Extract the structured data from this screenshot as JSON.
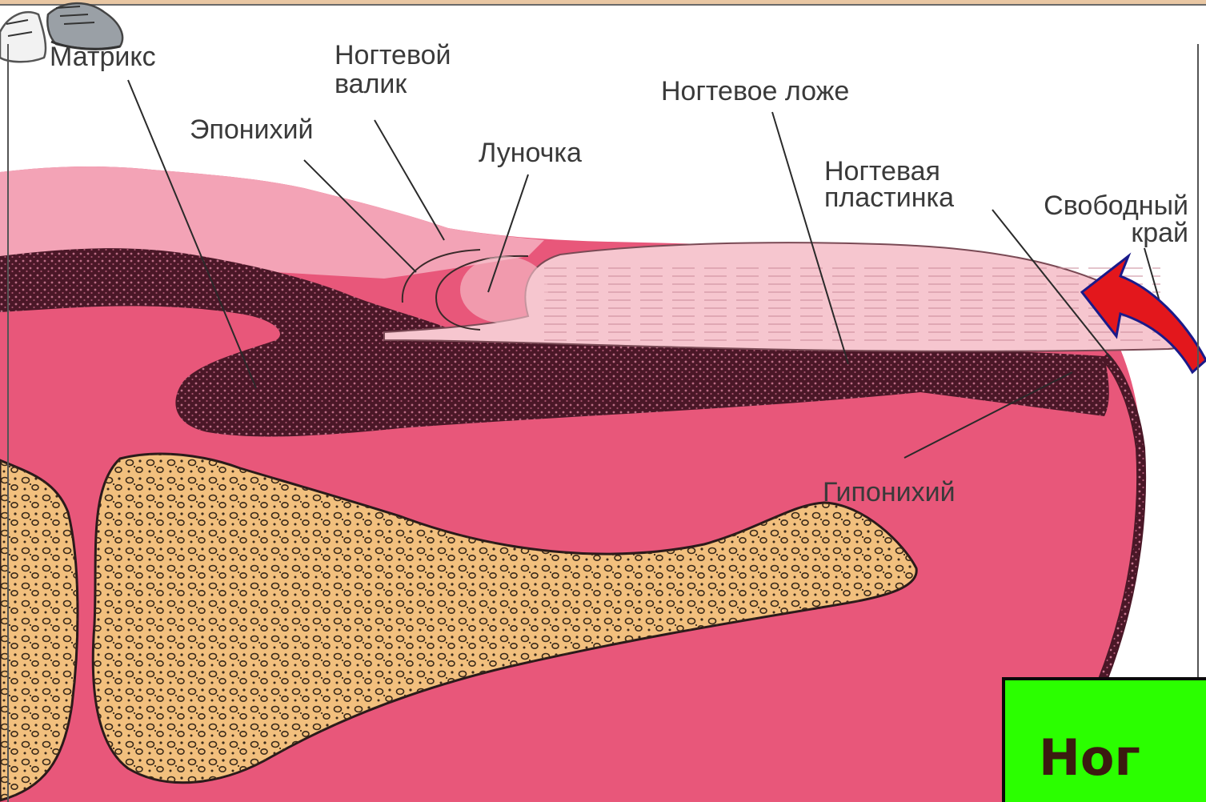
{
  "labels": {
    "matrix": "Матрикс",
    "nail_fold": [
      "Ногтевой",
      "валик"
    ],
    "nail_bed": "Ногтевое ложе",
    "eponychium": "Эпонихий",
    "lunula": "Луночка",
    "nail_plate": [
      "Ногтевая",
      "пластинка"
    ],
    "free_edge": [
      "Свободный",
      "край"
    ],
    "hyponychium": "Гипонихий"
  },
  "title_box": {
    "text": "Ног"
  },
  "colors": {
    "skin": "#e8577a",
    "skin_light": "#f3a3b6",
    "nail_plate": "#f6c6cf",
    "dark_tissue": "#4a1727",
    "bone": "#f2c07e",
    "arrow": "#e3171c",
    "title_box": "#2bff00"
  },
  "icons": [
    "sneakers-icon"
  ]
}
